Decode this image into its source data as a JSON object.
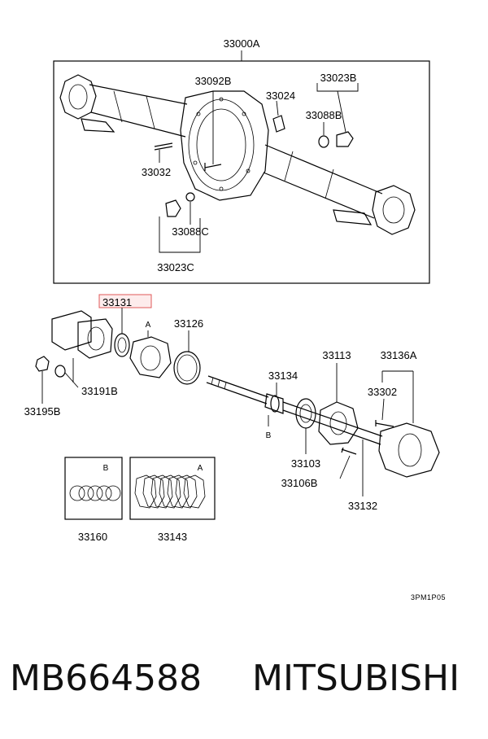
{
  "labels": {
    "assembly": "33000A",
    "l33092b": "33092B",
    "l33024": "33024",
    "l33023b": "33023B",
    "l33088b": "33088B",
    "l33032": "33032",
    "l33088c": "33088C",
    "l33023c": "33023C",
    "l33131": "33131",
    "l33126": "33126",
    "l33113": "33113",
    "l33136a": "33136A",
    "l33134": "33134",
    "l33302": "33302",
    "l33191b": "33191B",
    "l33195b": "33195B",
    "l33103": "33103",
    "l33106b": "33106B",
    "l33132": "33132",
    "l33160": "33160",
    "l33143": "33143",
    "mark_a1": "A",
    "mark_a2": "A",
    "mark_b1": "B",
    "mark_b2": "B",
    "drawing_code": "3PM1P05"
  },
  "highlight_color": "#e05a5a",
  "footer": {
    "part_number": "MB664588",
    "brand": "MITSUBISHI"
  }
}
